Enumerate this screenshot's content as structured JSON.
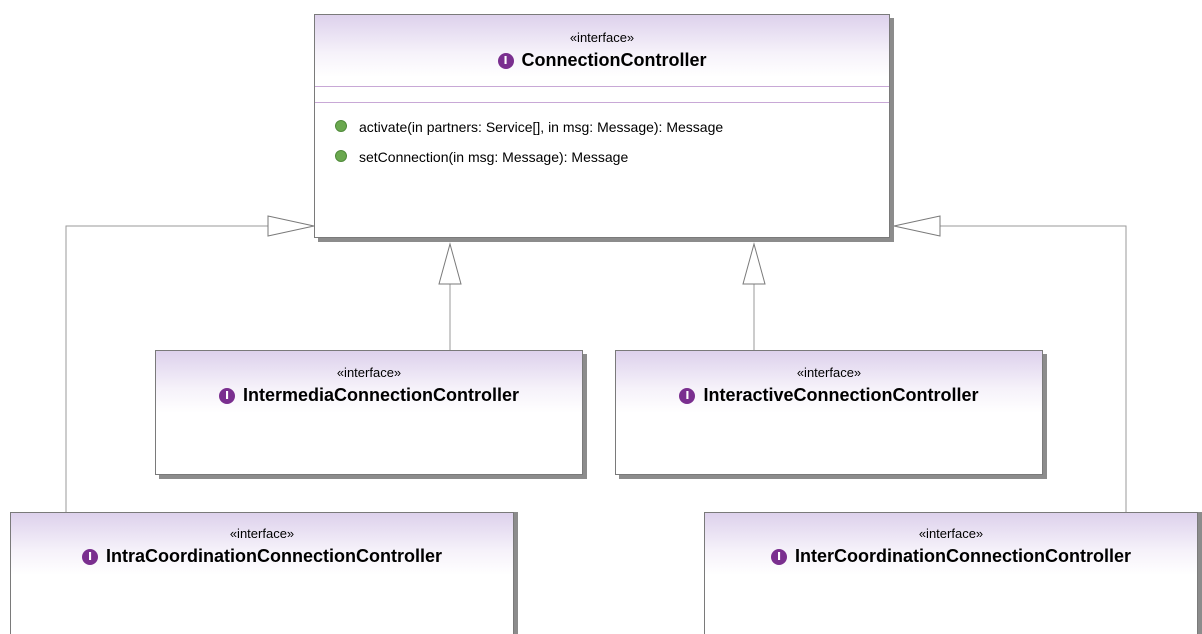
{
  "diagram": {
    "stereotype": "«interface»",
    "icon_glyph": "I",
    "colors": {
      "interface_icon": "#7a2f8f",
      "operation_icon": "#6aa84f",
      "header_gradient": "#ddd1ec",
      "border": "#7a7a7a"
    },
    "connection_controller": {
      "name": "ConnectionController",
      "operations": [
        "activate(in partners: Service[], in msg: Message): Message",
        "setConnection(in msg: Message): Message"
      ]
    },
    "intermedia": {
      "name": "IntermediaConnectionController"
    },
    "interactive": {
      "name": "InteractiveConnectionController"
    },
    "intra_coordination": {
      "name": "IntraCoordinationConnectionController"
    },
    "inter_coordination": {
      "name": "InterCoordinationConnectionController"
    }
  }
}
